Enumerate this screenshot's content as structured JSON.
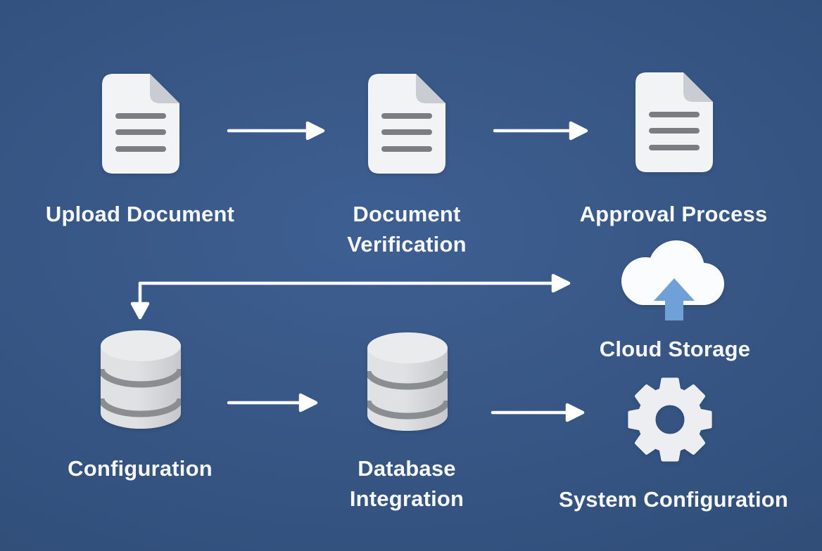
{
  "title": "Document workflow diagram",
  "colors": {
    "bg-center": "#3E5F92",
    "bg-mid": "#33517D",
    "bg-edge": "#2B466F",
    "text": "#F6F8FA",
    "arrow": "#FFFFFF",
    "paper": "#F2F3F5",
    "paper-fold": "#C9CCD2",
    "paper-line": "#7A7E83",
    "db-top": "#E9EBED",
    "db-body-light": "#DFE1E3",
    "db-body-dark": "#C6C8CB",
    "db-band": "#8B8E91",
    "cloud": "#FBFCFE",
    "upload-arrow": "#6FA0D8",
    "gear": "#ECEEF1"
  },
  "nodes": [
    {
      "id": "upload-document",
      "icon": "document-icon",
      "label": "Upload Document"
    },
    {
      "id": "document-verification",
      "icon": "document-icon",
      "label": "Document Verification"
    },
    {
      "id": "approval-process",
      "icon": "document-icon",
      "label": "Approval Process"
    },
    {
      "id": "cloud-storage",
      "icon": "cloud-upload-icon",
      "label": "Cloud Storage"
    },
    {
      "id": "configuration",
      "icon": "database-icon",
      "label": "Configuration"
    },
    {
      "id": "database-integration",
      "icon": "database-icon",
      "label": "Database Integration"
    },
    {
      "id": "system-configuration",
      "icon": "gear-icon",
      "label": "System Configuration"
    }
  ],
  "connections": [
    {
      "from": "upload-document",
      "to": "document-verification"
    },
    {
      "from": "document-verification",
      "to": "approval-process"
    },
    {
      "from": "approval-process",
      "to": "cloud-storage"
    },
    {
      "from": "approval-process",
      "to": "configuration"
    },
    {
      "from": "configuration",
      "to": "database-integration"
    },
    {
      "from": "database-integration",
      "to": "system-configuration"
    }
  ]
}
